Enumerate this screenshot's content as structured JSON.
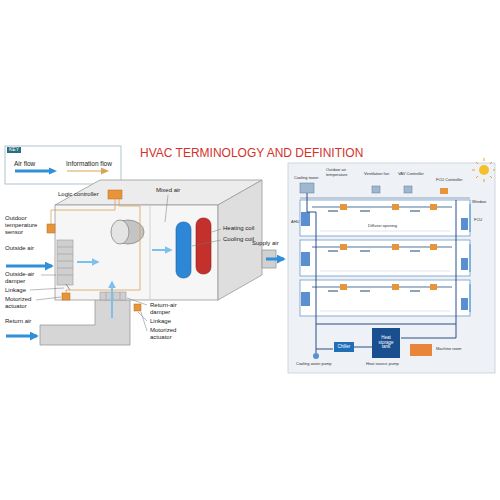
{
  "diagram": {
    "title": "HVAC TERMINOLOGY AND DEFINITION",
    "nodes": [
      {
        "text": [
          "Chiller"
        ]
      },
      {
        "text": [
          "Heat storage tank"
        ]
      }
    ],
    "edges": [
      {
        "from": 0,
        "to": 1,
        "arrow": "none"
      }
    ],
    "labels": [
      "KEY",
      "Logic controller",
      "Outdoor temperature sensor",
      "Outside air",
      "Outside-air damper",
      "Linkage",
      "Motorized actuator",
      "Return air",
      "Mixed air",
      "Heating coil",
      "Cooling coil",
      "Supply air",
      "Return-air damper",
      "Linkage",
      "Motorized actuator",
      "Cooling tower",
      "Outdoor air temperature",
      "Ventilation fan",
      "VAV Controller",
      "FCU Controller",
      "AHU",
      "Diffuser opening",
      "Window",
      "FCU",
      "Machine room",
      "Cooling water pump",
      "Heat source pump"
    ],
    "legend": [
      {
        "text": "Air flow"
      },
      {
        "text": "Information flow"
      }
    ]
  }
}
